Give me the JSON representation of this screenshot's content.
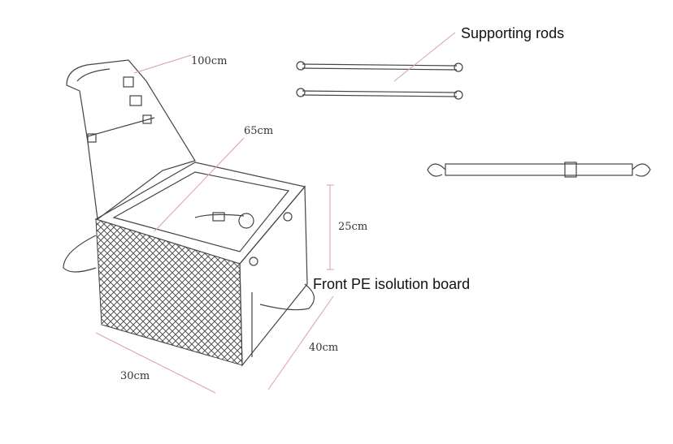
{
  "labels": {
    "supporting_rods": "Supporting rods",
    "front_board": "Front PE isolution board"
  },
  "dimensions": {
    "strap": "100cm",
    "seat_belt": "65cm",
    "height": "25cm",
    "depth": "40cm",
    "width": "30cm"
  },
  "colors": {
    "outline": "#444444",
    "dimension_line": "#d9a0a0"
  }
}
